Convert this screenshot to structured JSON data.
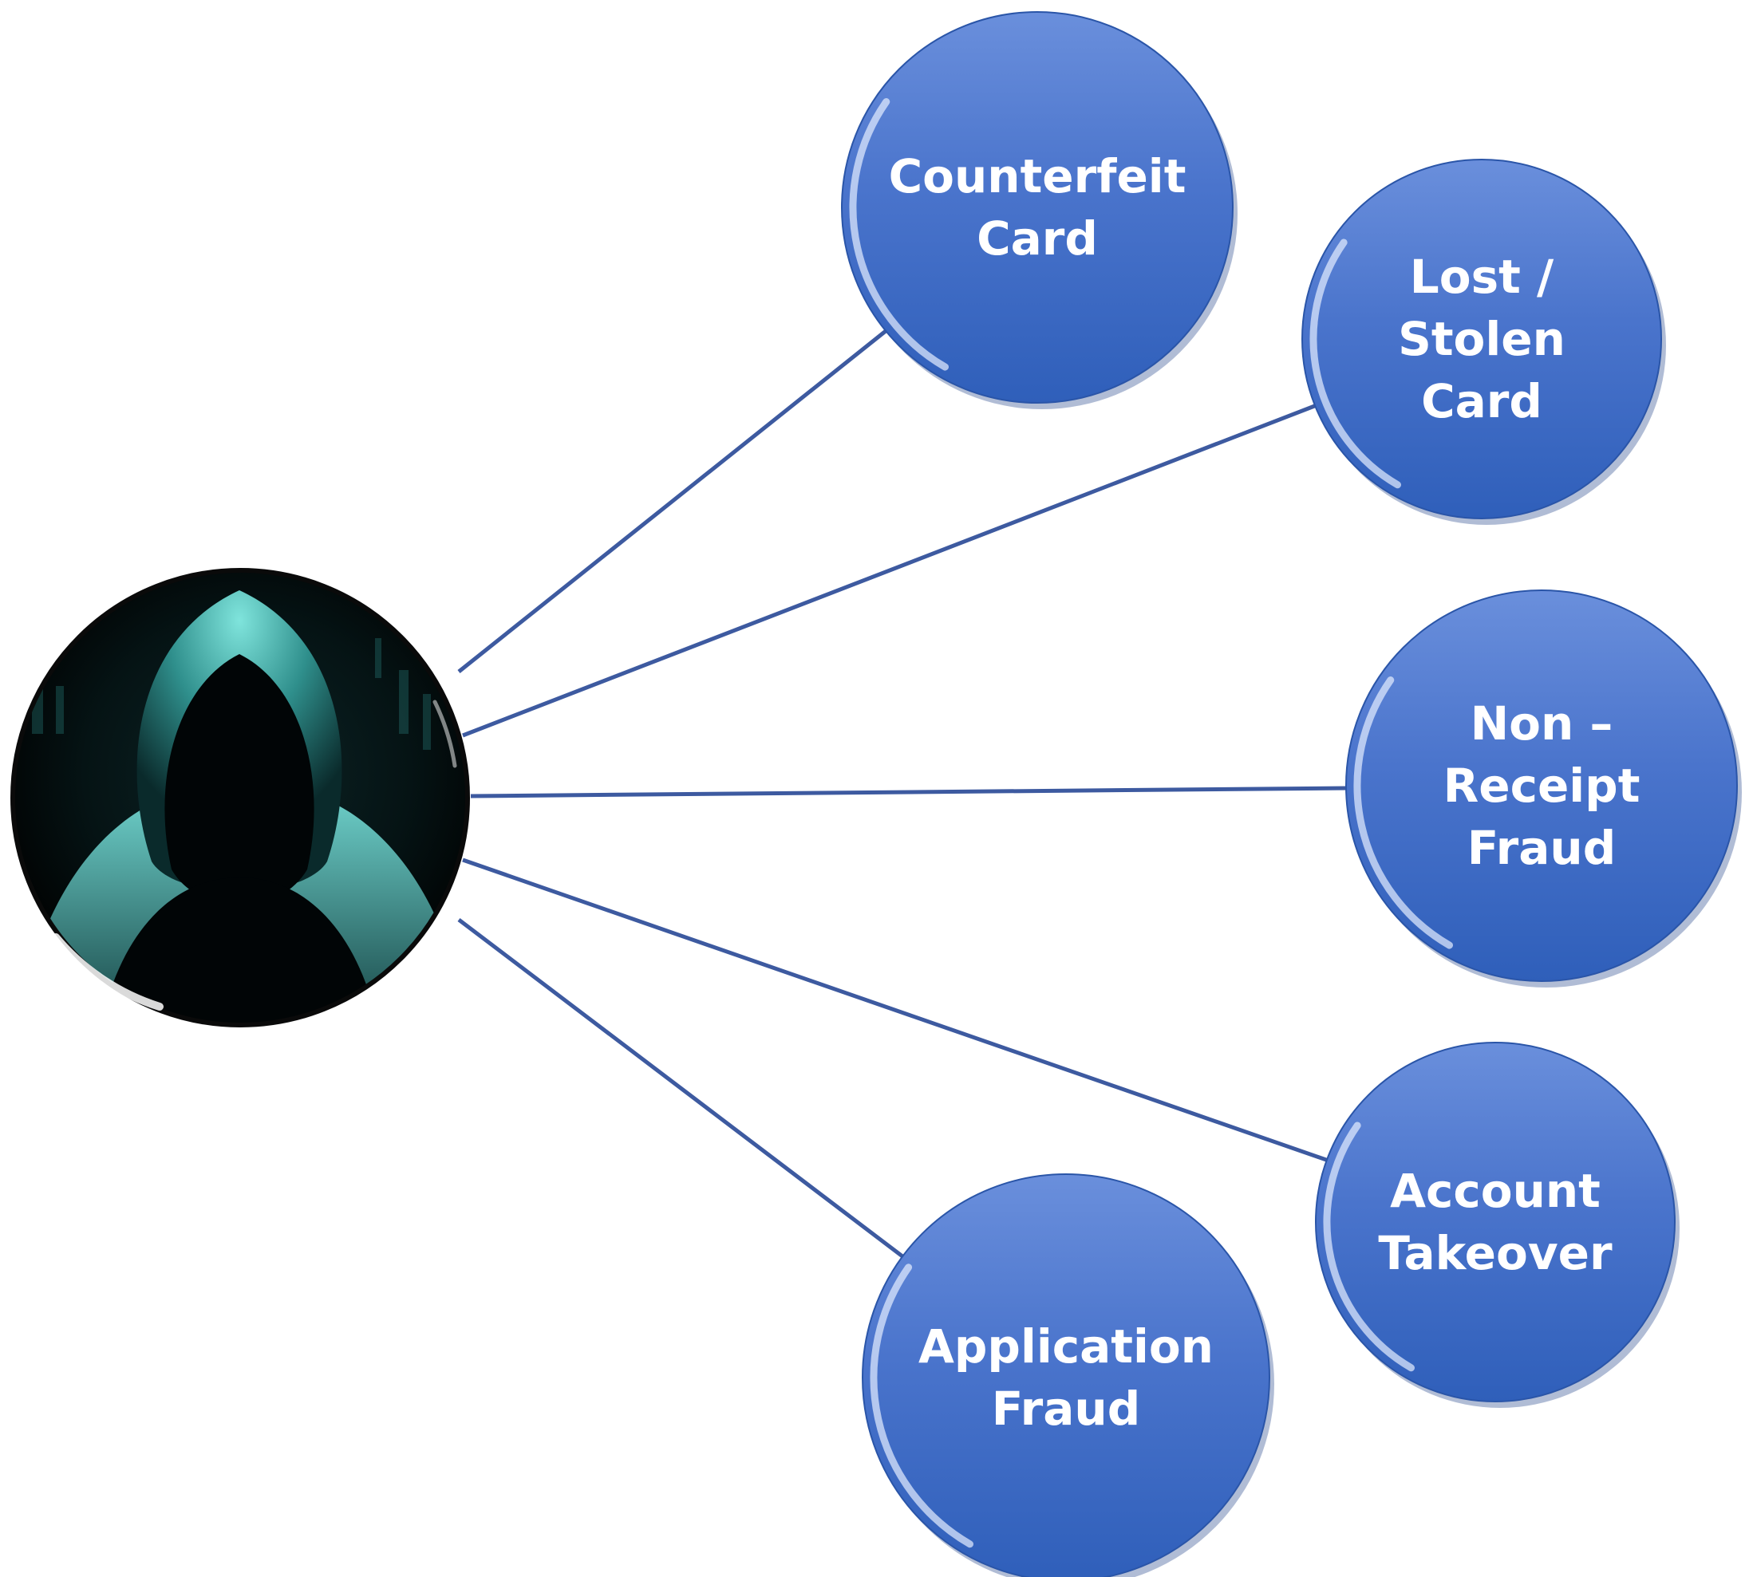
{
  "colors": {
    "node_fill_top": "#5b83d6",
    "node_fill_bottom": "#2f5fba",
    "connector": "#3d5aa0",
    "hacker_glow": "#5fd6d0",
    "hacker_dark": "#000a0b"
  },
  "hub": {
    "icon": "hooded-hacker-icon"
  },
  "nodes": [
    {
      "id": "counterfeit-card",
      "lines": [
        "Counterfeit",
        "Card"
      ]
    },
    {
      "id": "lost-stolen-card",
      "lines": [
        "Lost /",
        "Stolen",
        "Card"
      ]
    },
    {
      "id": "non-receipt-fraud",
      "lines": [
        "Non –",
        "Receipt",
        "Fraud"
      ]
    },
    {
      "id": "account-takeover",
      "lines": [
        "Account",
        "Takeover"
      ]
    },
    {
      "id": "application-fraud",
      "lines": [
        "Application",
        "Fraud"
      ]
    }
  ]
}
